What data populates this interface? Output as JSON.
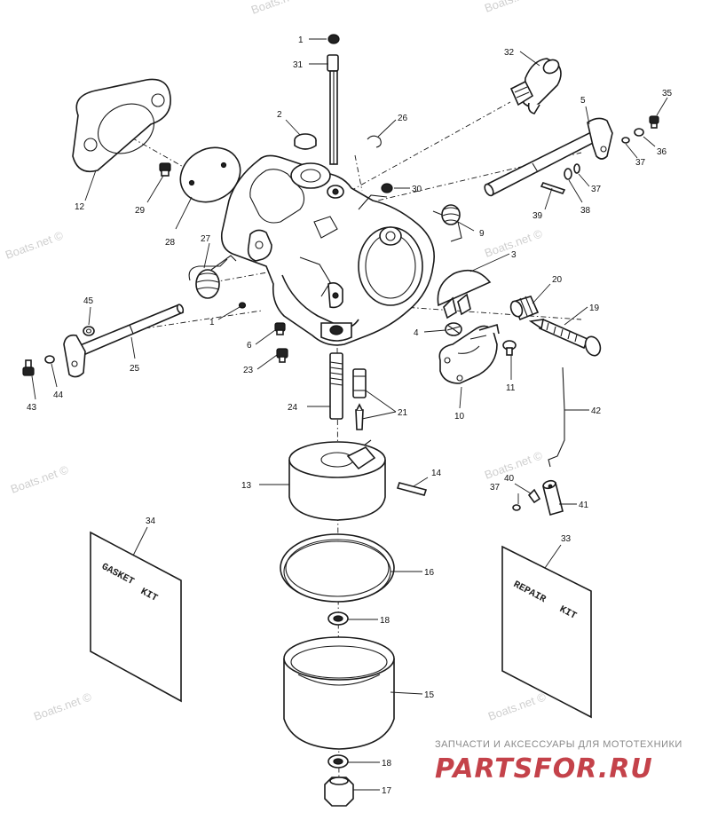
{
  "watermark": "Boats.net ©",
  "kits": {
    "gasket": [
      "GASKET",
      "KIT"
    ],
    "repair": [
      "REPAIR",
      "KIT"
    ]
  },
  "brand": {
    "tagline": "ЗАПЧАСТИ И АКСЕССУАРЫ ДЛЯ МОТОТЕХНИКИ",
    "logo": "PARTSFOR.RU"
  },
  "callouts": {
    "c1a": "1",
    "c31": "31",
    "c2": "2",
    "c26": "26",
    "c30": "30",
    "c32": "32",
    "c5": "5",
    "c35": "35",
    "c36": "36",
    "c37a": "37",
    "c37b": "37",
    "c38": "38",
    "c39": "39",
    "c12": "12",
    "c29": "29",
    "c28": "28",
    "c27": "27",
    "c9": "9",
    "c3": "3",
    "c20": "20",
    "c19": "19",
    "c1b": "1",
    "c45": "45",
    "c6": "6",
    "c4": "4",
    "c11": "11",
    "c25": "25",
    "c23": "23",
    "c43": "43",
    "c44": "44",
    "c10": "10",
    "c24": "24",
    "c21": "21",
    "c42": "42",
    "c13": "13",
    "c14": "14",
    "c40": "40",
    "c37c": "37",
    "c41": "41",
    "c34": "34",
    "c33": "33",
    "c16": "16",
    "c18a": "18",
    "c15": "15",
    "c18b": "18",
    "c17": "17"
  }
}
